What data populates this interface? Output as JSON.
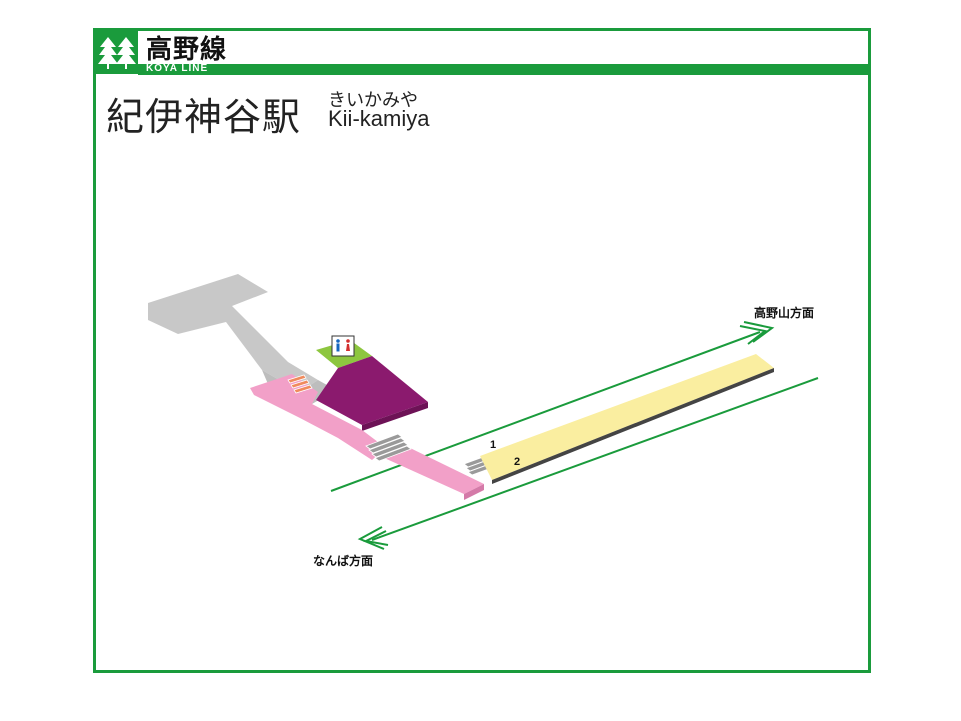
{
  "header": {
    "line_name": "高野線",
    "line_name_en": "KOYA LINE",
    "logo_icon": "koya-line-tree-logo",
    "line_color": "#1a9b3c"
  },
  "station": {
    "name_jp": "紀伊神谷駅",
    "name_kana": "きいかみや",
    "name_en": "Kii-kamiya"
  },
  "map": {
    "direction_up": "高野山方面",
    "direction_down": "なんば方面",
    "tracks": [
      "1",
      "2"
    ],
    "colors": {
      "concourse": "#c8c8c8",
      "pathway": "#f2a0c8",
      "waiting_area": "#8b1a6e",
      "restroom_area": "#8dc63f",
      "platform": "#faeea0",
      "stairs": "#9a9a9a",
      "gates": "#f08a5d",
      "restroom_icon_male": "#1565c0",
      "restroom_icon_female": "#d32f2f"
    },
    "icons": [
      "restroom-icon",
      "ticket-gate-icon",
      "stairs-icon"
    ]
  }
}
